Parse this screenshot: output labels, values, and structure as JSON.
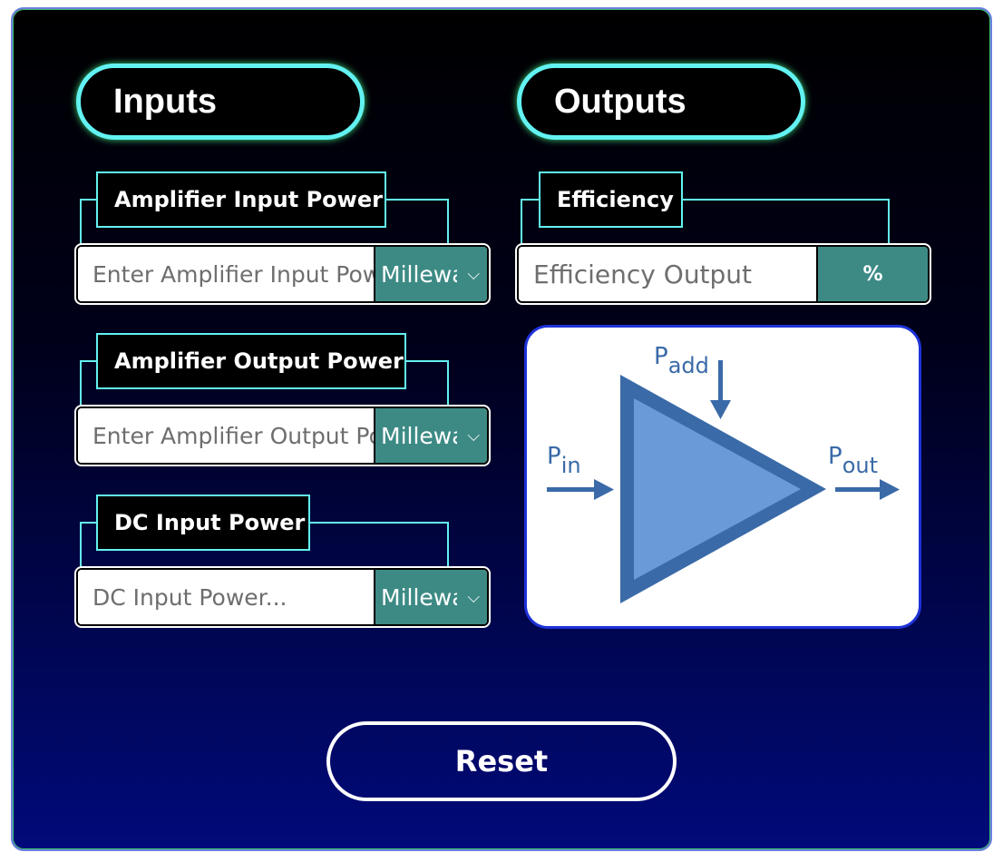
{
  "headings": {
    "inputs": "Inputs",
    "outputs": "Outputs"
  },
  "inputs": [
    {
      "label": "Amplifier Input Power",
      "placeholder": "Enter Amplifier Input Power...",
      "unit": "Millewatt"
    },
    {
      "label": "Amplifier Output Power",
      "placeholder": "Enter Amplifier Output Power...",
      "unit": "Millewatt"
    },
    {
      "label": "DC Input Power",
      "placeholder": "DC Input Power...",
      "unit": "Millewatt"
    }
  ],
  "outputs": {
    "efficiency_label": "Efficiency",
    "efficiency_placeholder": "Efficiency Output",
    "efficiency_unit": "%"
  },
  "diagram": {
    "p_add_main": "P",
    "p_add_sub": "add",
    "p_in_main": "P",
    "p_in_sub": "in",
    "p_out_main": "P",
    "p_out_sub": "out"
  },
  "reset_label": "Reset",
  "colors": {
    "accent": "#63f2f2",
    "unit_bg": "#3d8a85",
    "diagram_blue": "#3a6aa8",
    "diagram_fill": "#6a9bd8"
  }
}
